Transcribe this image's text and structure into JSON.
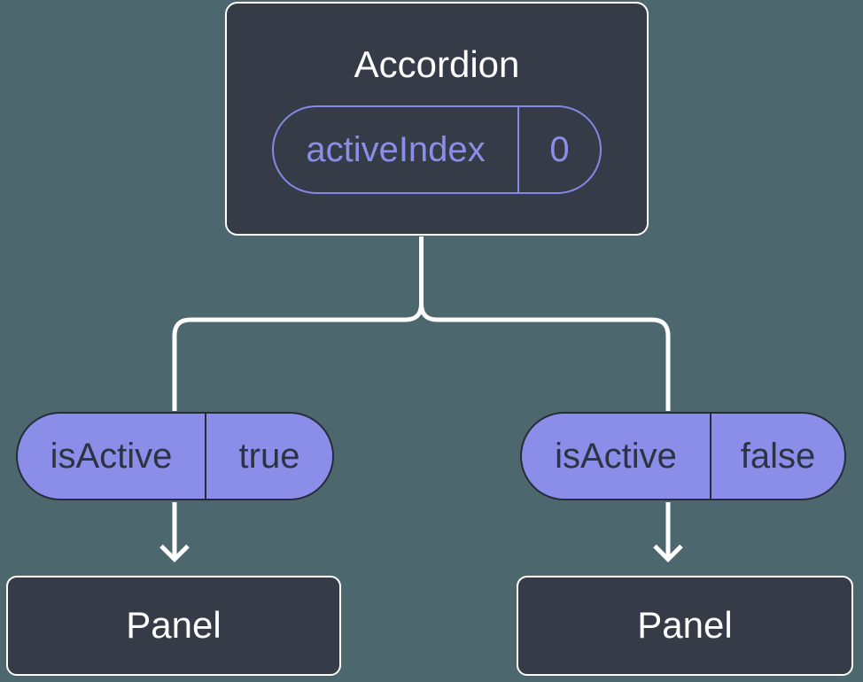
{
  "canvas": {
    "background_color": "#4d676e",
    "connector_color": "#ffffff"
  },
  "colors": {
    "node_fill": "#353b47",
    "node_border": "#ffffff",
    "node_text": "#ffffff",
    "pill_fill": "#8b8ee9",
    "pill_dark_border": "#262c38",
    "pill_dark_text": "#2d3340",
    "accent_purple": "#8488e7"
  },
  "root": {
    "title": "Accordion",
    "state": {
      "name": "activeIndex",
      "value": "0"
    }
  },
  "children": [
    {
      "prop": {
        "name": "isActive",
        "value": "true"
      },
      "title": "Panel"
    },
    {
      "prop": {
        "name": "isActive",
        "value": "false"
      },
      "title": "Panel"
    }
  ]
}
